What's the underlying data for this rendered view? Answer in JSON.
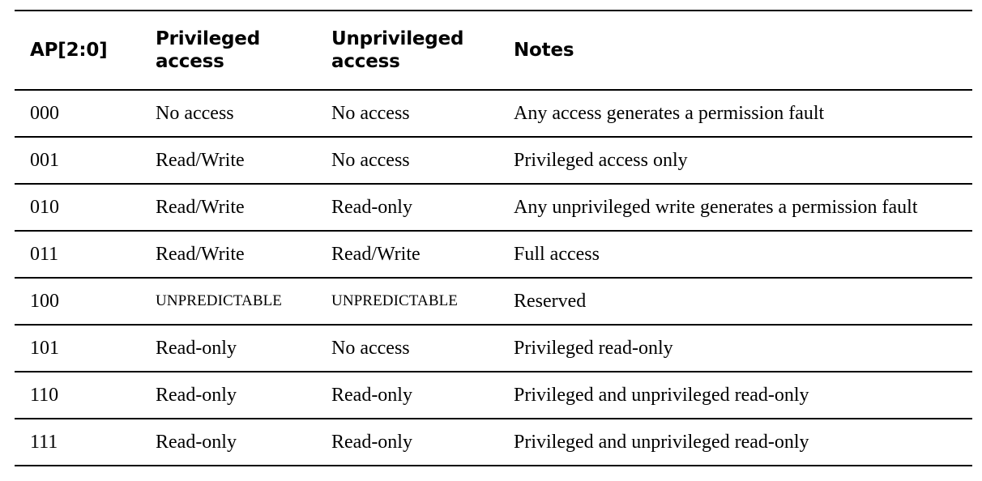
{
  "table": {
    "columns": [
      {
        "key": "ap",
        "label": "AP[2:0]",
        "lines": [
          "AP[2:0]"
        ]
      },
      {
        "key": "privileged",
        "label": "Privileged access",
        "lines": [
          "Privileged",
          "access"
        ]
      },
      {
        "key": "unprivileged",
        "label": "Unprivileged access",
        "lines": [
          "Unprivileged",
          "access"
        ]
      },
      {
        "key": "notes",
        "label": "Notes",
        "lines": [
          "Notes"
        ]
      }
    ],
    "rows": [
      {
        "ap": "000",
        "privileged": "No access",
        "unprivileged": "No access",
        "notes": "Any access generates a permission fault"
      },
      {
        "ap": "001",
        "privileged": "Read/Write",
        "unprivileged": "No access",
        "notes": "Privileged access only"
      },
      {
        "ap": "010",
        "privileged": "Read/Write",
        "unprivileged": "Read-only",
        "notes": "Any unprivileged write generates a permission fault"
      },
      {
        "ap": "011",
        "privileged": "Read/Write",
        "unprivileged": "Read/Write",
        "notes": "Full access"
      },
      {
        "ap": "100",
        "privileged": "UNPREDICTABLE",
        "unprivileged": "UNPREDICTABLE",
        "notes": "Reserved",
        "style": {
          "privileged": "smallcaps",
          "unprivileged": "smallcaps"
        }
      },
      {
        "ap": "101",
        "privileged": "Read-only",
        "unprivileged": "No access",
        "notes": "Privileged read-only"
      },
      {
        "ap": "110",
        "privileged": "Read-only",
        "unprivileged": "Read-only",
        "notes": "Privileged and unprivileged read-only"
      },
      {
        "ap": "111",
        "privileged": "Read-only",
        "unprivileged": "Read-only",
        "notes": "Privileged and unprivileged read-only"
      }
    ]
  },
  "colors": {
    "background": "#ffffff",
    "text": "#000000",
    "rule": "#000000"
  }
}
